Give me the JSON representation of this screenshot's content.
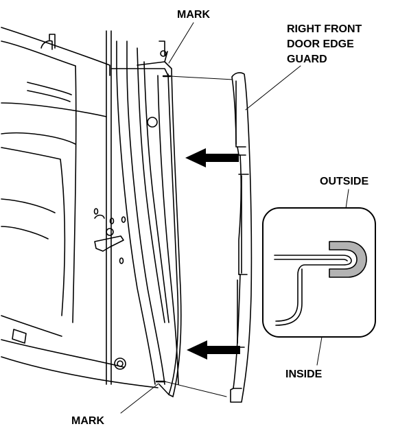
{
  "labels": {
    "mark_top": "MARK",
    "part_line1": "RIGHT FRONT",
    "part_line2": "DOOR EDGE",
    "part_line3": "GUARD",
    "outside": "OUTSIDE",
    "inside": "INSIDE",
    "mark_bottom": "MARK"
  },
  "colors": {
    "line": "#000000",
    "guard_fill": "#ffffff",
    "guard_section": "#b3b3b3",
    "arrow": "#000000"
  }
}
